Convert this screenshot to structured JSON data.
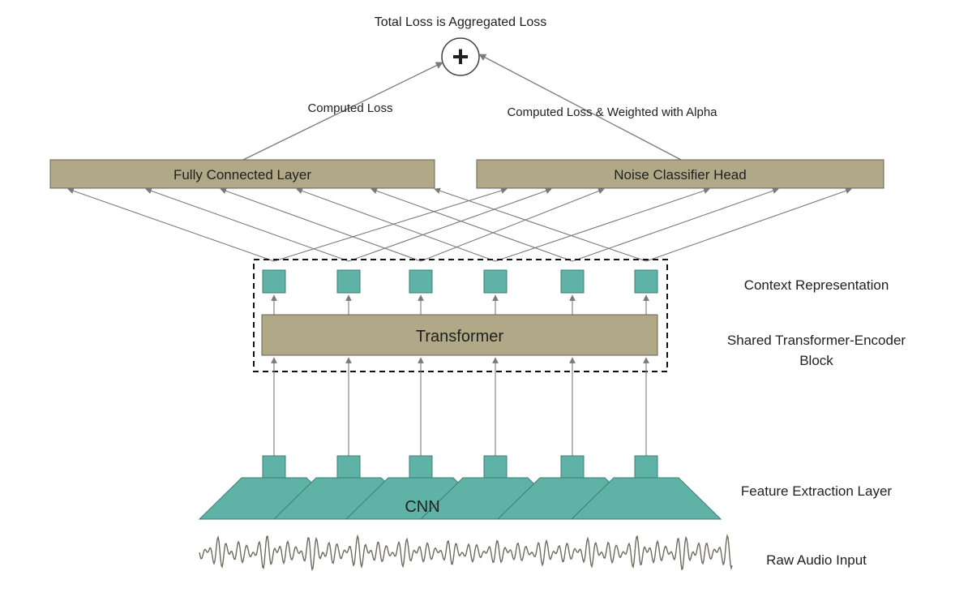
{
  "diagram": {
    "total_loss_label": "Total Loss is Aggregated Loss",
    "sum_symbol": "+",
    "left_edge_label": "Computed Loss",
    "right_edge_label": "Computed Loss & Weighted with Alpha",
    "fc_layer_label": "Fully Connected Layer",
    "noise_head_label": "Noise Classifier Head",
    "transformer_label": "Transformer",
    "cnn_label": "CNN",
    "side_labels": {
      "context": "Context Representation",
      "encoder_line1": "Shared Transformer-Encoder",
      "encoder_line2": "Block",
      "feature": "Feature Extraction Layer",
      "raw_audio": "Raw Audio Input"
    },
    "token_count": 6,
    "colors": {
      "box_fill": "#b1a887",
      "teal": "#5fb3a6",
      "arrow": "#7a7a7a",
      "wave": "#6e6a5e"
    }
  }
}
